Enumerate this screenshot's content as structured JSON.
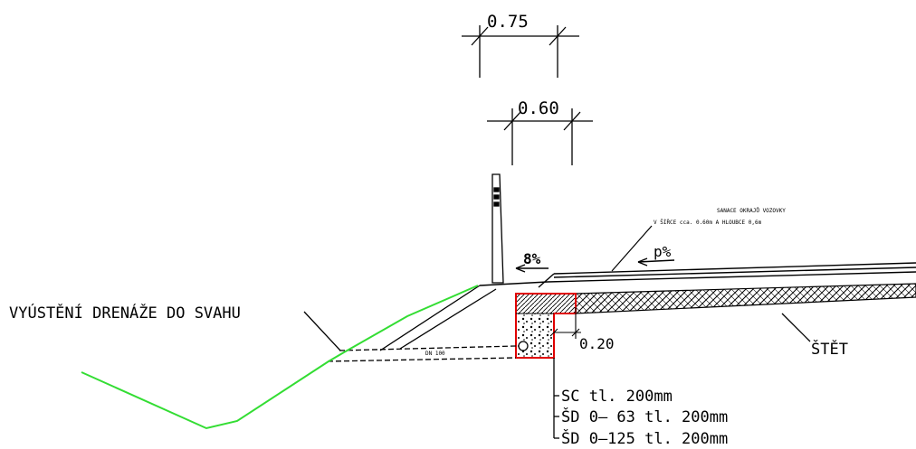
{
  "dimensions": {
    "top": "0.75",
    "middle": "0.60",
    "offset": "0.20"
  },
  "slopes": {
    "shoulder": "8%",
    "road": "p%"
  },
  "notes": {
    "remediation_line1": "SANACE OKRAJŮ VOZOVKY",
    "remediation_line2": "V ŠÍŘCE cca. 0.60m A HLOUBCE 0,6m",
    "drain_outlet": "VYÚSTĚNÍ DRENÁŽE DO SVAHU",
    "pipe": "DN 100",
    "layer_top": "ŠTĚT"
  },
  "layers": [
    {
      "label": "SC tl. 200mm"
    },
    {
      "label": "ŠD 0– 63 tl. 200mm"
    },
    {
      "label": "ŠD 0–125 tl. 200mm"
    }
  ],
  "colors": {
    "terrain": "#33dd33",
    "drain_trench": "#e00000",
    "lines": "#000000"
  }
}
